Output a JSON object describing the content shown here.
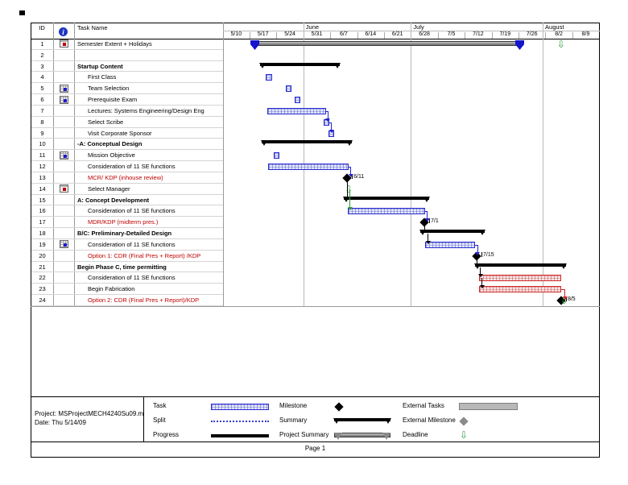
{
  "table": {
    "headers": {
      "id": "ID",
      "info": "info-indicator",
      "task": "Task Name"
    }
  },
  "timeline": {
    "months": [
      {
        "label": "June",
        "d": 21
      },
      {
        "label": "July",
        "d": 49
      },
      {
        "label": "August",
        "d": 83.3
      }
    ],
    "weeks": [
      {
        "label": "5/10",
        "d": 0
      },
      {
        "label": "5/17",
        "d": 7
      },
      {
        "label": "5/24",
        "d": 14
      },
      {
        "label": "5/31",
        "d": 21
      },
      {
        "label": "6/7",
        "d": 28
      },
      {
        "label": "6/14",
        "d": 35
      },
      {
        "label": "6/21",
        "d": 42
      },
      {
        "label": "6/28",
        "d": 49
      },
      {
        "label": "7/5",
        "d": 56
      },
      {
        "label": "7/12",
        "d": 63
      },
      {
        "label": "7/19",
        "d": 70
      },
      {
        "label": "7/26",
        "d": 77
      },
      {
        "label": "8/2",
        "d": 84
      },
      {
        "label": "8/9",
        "d": 91
      }
    ]
  },
  "tasks": [
    {
      "id": "1",
      "icon": "boxed",
      "name": "Semester Extent + Holidays",
      "bold": false,
      "red": false,
      "indent": 0,
      "bar": {
        "type": "psummary",
        "sd": 7.4,
        "ed": 78.3
      },
      "markers": [
        {
          "type": "pentagon",
          "d": 8.3
        },
        {
          "type": "pentagon",
          "d": 77.4
        },
        {
          "type": "deadline",
          "d": 88.1
        }
      ]
    },
    {
      "id": "2",
      "icon": "",
      "name": "",
      "bold": false,
      "red": false,
      "indent": 0
    },
    {
      "id": "3",
      "icon": "",
      "name": "Startup Content",
      "bold": true,
      "red": false,
      "indent": 0,
      "bar": {
        "type": "summary",
        "sd": 9.7,
        "ed": 30.5
      }
    },
    {
      "id": "4",
      "icon": "",
      "name": "First Class",
      "bold": false,
      "red": false,
      "indent": 1,
      "bar": {
        "type": "task",
        "sd": 11.2,
        "ed": 12.8
      }
    },
    {
      "id": "5",
      "icon": "calendar",
      "name": "Team Selection",
      "bold": false,
      "red": false,
      "indent": 1,
      "bar": {
        "type": "task",
        "sd": 16.4,
        "ed": 17.9
      }
    },
    {
      "id": "6",
      "icon": "calendar",
      "name": "Prerequisite Exam",
      "bold": false,
      "red": false,
      "indent": 1,
      "bar": {
        "type": "task",
        "sd": 18.7,
        "ed": 20.2
      }
    },
    {
      "id": "7",
      "icon": "",
      "name": "Lectures: Systems Engineering/Design Eng",
      "bold": false,
      "red": false,
      "indent": 1,
      "bar": {
        "type": "task",
        "sd": 11.6,
        "ed": 26.9
      }
    },
    {
      "id": "8",
      "icon": "",
      "name": "Select Scribe",
      "bold": false,
      "red": false,
      "indent": 1,
      "bar": {
        "type": "task",
        "sd": 26.3,
        "ed": 27.8
      }
    },
    {
      "id": "9",
      "icon": "",
      "name": "Visit Corporate Sponsor",
      "bold": false,
      "red": false,
      "indent": 1,
      "bar": {
        "type": "task",
        "sd": 27.5,
        "ed": 29.0
      }
    },
    {
      "id": "10",
      "icon": "",
      "name": "-A: Conceptual Design",
      "bold": true,
      "red": false,
      "indent": 0,
      "bar": {
        "type": "summary",
        "sd": 10.1,
        "ed": 33.6
      }
    },
    {
      "id": "11",
      "icon": "calendar",
      "name": "Mission Objective",
      "bold": false,
      "red": false,
      "indent": 1,
      "bar": {
        "type": "task",
        "sd": 13.3,
        "ed": 14.8
      }
    },
    {
      "id": "12",
      "icon": "",
      "name": "Consideration of 11 SE functions",
      "bold": false,
      "red": false,
      "indent": 1,
      "bar": {
        "type": "task",
        "sd": 11.8,
        "ed": 32.8
      }
    },
    {
      "id": "13",
      "icon": "",
      "name": "MCR/ KDP (inhouse review)",
      "bold": false,
      "red": true,
      "indent": 1,
      "bar": {
        "type": "milestone",
        "d": 32.4,
        "label": "6/11"
      }
    },
    {
      "id": "14",
      "icon": "boxed",
      "name": "Select Manager",
      "bold": false,
      "red": false,
      "indent": 1,
      "markers": [
        {
          "type": "deadline",
          "d": 32.8
        }
      ]
    },
    {
      "id": "15",
      "icon": "",
      "name": "A: Concept Development",
      "bold": true,
      "red": false,
      "indent": 0,
      "bar": {
        "type": "summary",
        "sd": 31.5,
        "ed": 53.7
      }
    },
    {
      "id": "16",
      "icon": "",
      "name": "Consideration of 11 SE functions",
      "bold": false,
      "red": false,
      "indent": 1,
      "bar": {
        "type": "task",
        "sd": 32.6,
        "ed": 52.7
      }
    },
    {
      "id": "17",
      "icon": "",
      "name": "MDR/KDP (midterm pres.)",
      "bold": false,
      "red": true,
      "indent": 1,
      "bar": {
        "type": "milestone",
        "d": 52.5,
        "label": "7/1"
      }
    },
    {
      "id": "18",
      "icon": "",
      "name": "B/C: Preliminary-Detailed Design",
      "bold": true,
      "red": false,
      "indent": 0,
      "bar": {
        "type": "summary",
        "sd": 51.4,
        "ed": 68.2
      }
    },
    {
      "id": "19",
      "icon": "calendar",
      "name": "Consideration of 11 SE functions",
      "bold": false,
      "red": false,
      "indent": 1,
      "bar": {
        "type": "task",
        "sd": 52.7,
        "ed": 65.7
      }
    },
    {
      "id": "20",
      "icon": "",
      "name": "Option 1: CDR (Final Pres + Report) /KDP",
      "bold": false,
      "red": true,
      "indent": 1,
      "bar": {
        "type": "milestone",
        "d": 66.1,
        "label": "7/15"
      }
    },
    {
      "id": "21",
      "icon": "",
      "name": "Begin Phase C, time permitting",
      "bold": true,
      "red": false,
      "indent": 0,
      "bar": {
        "type": "summary",
        "sd": 65.7,
        "ed": 89.4
      }
    },
    {
      "id": "22",
      "icon": "",
      "name": "Consideration of 11 SE functions",
      "bold": false,
      "red": false,
      "indent": 1,
      "bar": {
        "type": "task",
        "red": true,
        "sd": 66.7,
        "ed": 88.1
      }
    },
    {
      "id": "23",
      "icon": "",
      "name": "Begin Fabrication",
      "bold": false,
      "red": false,
      "indent": 1,
      "bar": {
        "type": "task",
        "red": true,
        "sd": 66.7,
        "ed": 88.1
      }
    },
    {
      "id": "24",
      "icon": "",
      "name": "Option 2: CDR (Final Pres + Report)/KDP",
      "bold": false,
      "red": true,
      "indent": 1,
      "bar": {
        "type": "milestone",
        "d": 88.1,
        "label": "8/5"
      },
      "markers": [
        {
          "type": "deadline",
          "d": 88.9
        }
      ]
    }
  ],
  "connectors": [
    {
      "color": "blue",
      "x": 27.3,
      "from": 7,
      "to": 8,
      "stub": 26.9
    },
    {
      "color": "blue",
      "x": 28.2,
      "from": 8,
      "to": 9,
      "stub": 27.8
    },
    {
      "color": "blue",
      "x": 33.3,
      "from": 12,
      "to": 13,
      "stub": 32.8
    },
    {
      "color": "black",
      "x": 32.4,
      "from": 13,
      "to": 15
    },
    {
      "color": "green",
      "x": 33.0,
      "from": 14,
      "to": 16
    },
    {
      "color": "blue",
      "x": 53.2,
      "from": 16,
      "to": 17,
      "stub": 52.7
    },
    {
      "color": "black",
      "x": 52.5,
      "from": 17,
      "to": 18
    },
    {
      "color": "black",
      "x": 53.4,
      "from": 18,
      "to": 19
    },
    {
      "color": "blue",
      "x": 66.3,
      "from": 19,
      "to": 20,
      "stub": 65.7
    },
    {
      "color": "black",
      "x": 66.1,
      "from": 20,
      "to": 21
    },
    {
      "color": "black",
      "x": 67.0,
      "from": 21,
      "to": 22
    },
    {
      "color": "black",
      "x": 67.4,
      "from": 22,
      "to": 23
    },
    {
      "color": "red",
      "x": 89.0,
      "from": 23,
      "to": 24,
      "stub": 88.1
    }
  ],
  "legend": {
    "columns": [
      {
        "items": [
          {
            "label": "Task",
            "swatch": "task"
          },
          {
            "label": "Split",
            "swatch": "split"
          },
          {
            "label": "Progress",
            "swatch": "progress"
          }
        ]
      },
      {
        "items": [
          {
            "label": "Milestone",
            "swatch": "milestone"
          },
          {
            "label": "Summary",
            "swatch": "summary"
          },
          {
            "label": "Project Summary",
            "swatch": "project-summary"
          }
        ]
      },
      {
        "items": [
          {
            "label": "External Tasks",
            "swatch": "external-tasks"
          },
          {
            "label": "External Milestone",
            "swatch": "external-milestone"
          },
          {
            "label": "Deadline",
            "swatch": "deadline"
          }
        ]
      }
    ]
  },
  "info": {
    "line1": "Project: MSProjectMECH4240Su09.m",
    "line2": "Date: Thu 5/14/09"
  },
  "footer": {
    "page": "Page 1"
  },
  "icons": {
    "deadline_arrow": "⇩"
  },
  "colors": {
    "link_blue": "#2222cc",
    "link_black": "#000000",
    "link_green": "#2e9e3a",
    "link_red": "#cc2222",
    "red_text": "#c00000",
    "marker_blue": "#1414cc",
    "deadline_green": "#2e9e3a"
  },
  "chart_data": {
    "type": "gantt",
    "date_axis": [
      "5/10",
      "5/17",
      "5/24",
      "5/31",
      "6/7",
      "6/14",
      "6/21",
      "6/28",
      "7/5",
      "7/12",
      "7/19",
      "7/26",
      "8/2",
      "8/9"
    ],
    "tasks": [
      {
        "id": 1,
        "name": "Semester Extent + Holidays",
        "start": "5/18",
        "end": "7/25",
        "deadline": "8/6",
        "kind": "project-summary"
      },
      {
        "id": 3,
        "name": "Startup Content",
        "start": "5/20",
        "end": "6/9",
        "kind": "summary"
      },
      {
        "id": 4,
        "name": "First Class",
        "start": "5/21",
        "end": "5/22",
        "kind": "task"
      },
      {
        "id": 5,
        "name": "Team Selection",
        "start": "5/26",
        "end": "5/27",
        "kind": "task"
      },
      {
        "id": 6,
        "name": "Prerequisite Exam",
        "start": "5/28",
        "end": "5/29",
        "kind": "task"
      },
      {
        "id": 7,
        "name": "Lectures: Systems Engineering/Design Eng",
        "start": "5/21",
        "end": "6/5",
        "kind": "task"
      },
      {
        "id": 8,
        "name": "Select Scribe",
        "start": "6/5",
        "end": "6/8",
        "kind": "task"
      },
      {
        "id": 9,
        "name": "Visit Corporate Sponsor",
        "start": "6/6",
        "end": "6/9",
        "kind": "task"
      },
      {
        "id": 10,
        "name": "-A: Conceptual Design",
        "start": "5/20",
        "end": "6/12",
        "kind": "summary"
      },
      {
        "id": 11,
        "name": "Mission Objective",
        "start": "5/23",
        "end": "5/24",
        "kind": "task"
      },
      {
        "id": 12,
        "name": "Consideration of 11 SE functions",
        "start": "5/22",
        "end": "6/11",
        "kind": "task"
      },
      {
        "id": 13,
        "name": "MCR/ KDP (inhouse review)",
        "milestone": "6/11",
        "kind": "milestone"
      },
      {
        "id": 14,
        "name": "Select Manager",
        "deadline": "6/11",
        "kind": "task"
      },
      {
        "id": 15,
        "name": "A: Concept Development",
        "start": "6/10",
        "end": "7/2",
        "kind": "summary"
      },
      {
        "id": 16,
        "name": "Consideration of 11 SE functions",
        "start": "6/11",
        "end": "7/1",
        "kind": "task"
      },
      {
        "id": 17,
        "name": "MDR/KDP (midterm pres.)",
        "milestone": "7/1",
        "kind": "milestone"
      },
      {
        "id": 18,
        "name": "B/C: Preliminary-Detailed Design",
        "start": "7/1",
        "end": "7/16",
        "kind": "summary"
      },
      {
        "id": 19,
        "name": "Consideration of 11 SE functions",
        "start": "7/2",
        "end": "7/14",
        "kind": "task"
      },
      {
        "id": 20,
        "name": "Option 1: CDR (Final Pres + Report) /KDP",
        "milestone": "7/15",
        "kind": "milestone"
      },
      {
        "id": 21,
        "name": "Begin Phase C, time permitting",
        "start": "7/14",
        "end": "8/7",
        "kind": "summary"
      },
      {
        "id": 22,
        "name": "Consideration of 11 SE functions",
        "start": "7/16",
        "end": "8/5",
        "kind": "task"
      },
      {
        "id": 23,
        "name": "Begin Fabrication",
        "start": "7/16",
        "end": "8/5",
        "kind": "task"
      },
      {
        "id": 24,
        "name": "Option 2: CDR (Final Pres + Report)/KDP",
        "milestone": "8/5",
        "deadline": "8/6",
        "kind": "milestone"
      }
    ]
  }
}
